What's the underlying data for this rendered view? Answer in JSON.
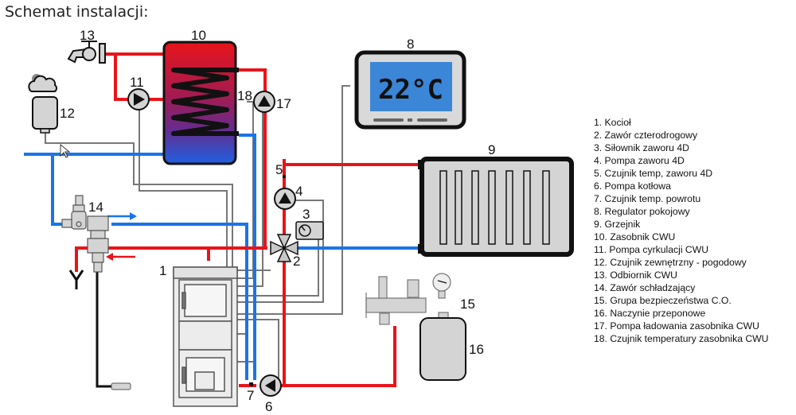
{
  "title": "Schemat instalacji:",
  "thermostat": {
    "display": "22°C"
  },
  "labels": {
    "c1": "1",
    "c2": "2",
    "c3": "3",
    "c4": "4",
    "c5": "5",
    "c6": "6",
    "c7": "7",
    "c8": "8",
    "c9": "9",
    "c10": "10",
    "c11": "11",
    "c12": "12",
    "c13": "13",
    "c14": "14",
    "c15": "15",
    "c16": "16",
    "c17": "17",
    "c18": "18"
  },
  "legend": [
    "1. Kocioł",
    "2. Zawór czterodrogowy",
    "3. Siłownik zaworu 4D",
    "4. Pompa zaworu 4D",
    "5. Czujnik temp, zaworu 4D",
    "6. Pompa kotłowa",
    "7. Czujnik temp. powrotu",
    "8. Regulator pokojowy",
    "9. Grzejnik",
    "10. Zasobnik CWU",
    "11. Pompa cyrkulacji CWU",
    "12. Czujnik zewnętrzny - pogodowy",
    "13. Odbiornik CWU",
    "14. Zawór schładzający",
    "15. Grupa bezpieczeństwa C.O.",
    "16. Naczynie przeponowe",
    "17. Pompa ładowania zasobnika CWU",
    "18. Czujnik temperatury zasobnika CWU"
  ],
  "colors": {
    "hot": "#e8141a",
    "cold": "#1a74e8",
    "wire": "#777777",
    "body": "#d4d4d4"
  }
}
